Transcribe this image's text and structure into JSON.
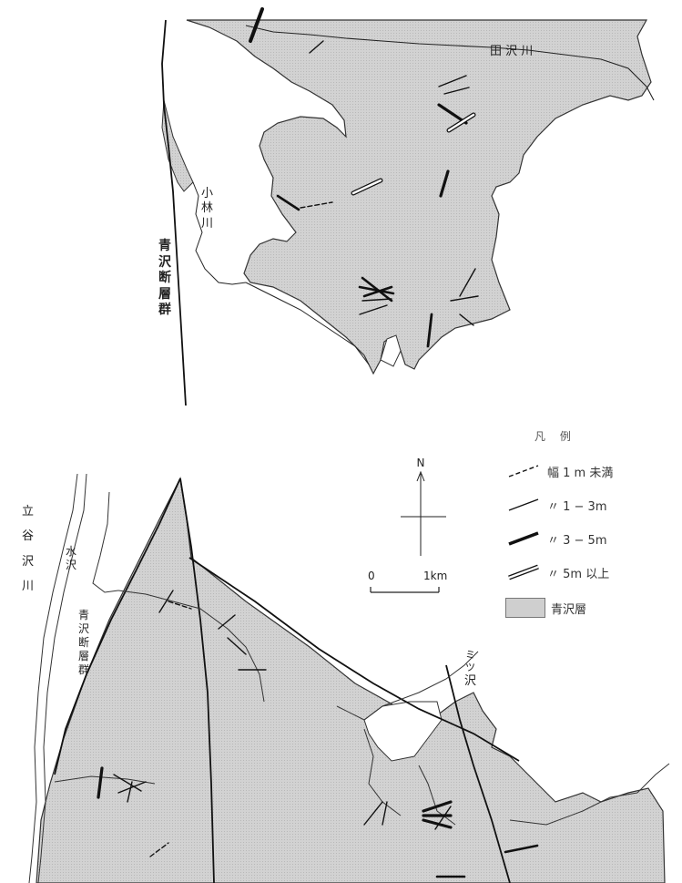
{
  "labels": {
    "tazawa_river": "田 沢 川",
    "kobayashi_river": [
      "小",
      "林",
      "川"
    ],
    "aosawa_fault_upper": [
      "青",
      "沢",
      "断",
      "層",
      "群"
    ],
    "aosawa_fault_lower": [
      "青",
      "沢",
      "断",
      "層",
      "群"
    ],
    "tachiyazawa_river": [
      "立",
      "谷",
      "沢",
      "川"
    ],
    "mizusawa": [
      "水",
      "沢"
    ],
    "mitsuzawa": [
      "ミ",
      "ツ",
      "沢"
    ]
  },
  "north_arrow": {
    "label": "N"
  },
  "scale_bar": {
    "start_label": "0",
    "end_label": "1km"
  },
  "legend": {
    "title": "凡 例",
    "items": [
      {
        "symbol": "dashed-line",
        "label": "幅 1 m 未満"
      },
      {
        "symbol": "thin-line",
        "label": "〃 1 − 3m"
      },
      {
        "symbol": "thick-line",
        "label": "〃 3 − 5m"
      },
      {
        "symbol": "double-line",
        "label": "〃 5m 以上"
      },
      {
        "symbol": "shaded-area",
        "label": "青沢層"
      }
    ]
  },
  "colors": {
    "formation_fill": "#cfcfcf",
    "line": "#111111"
  }
}
